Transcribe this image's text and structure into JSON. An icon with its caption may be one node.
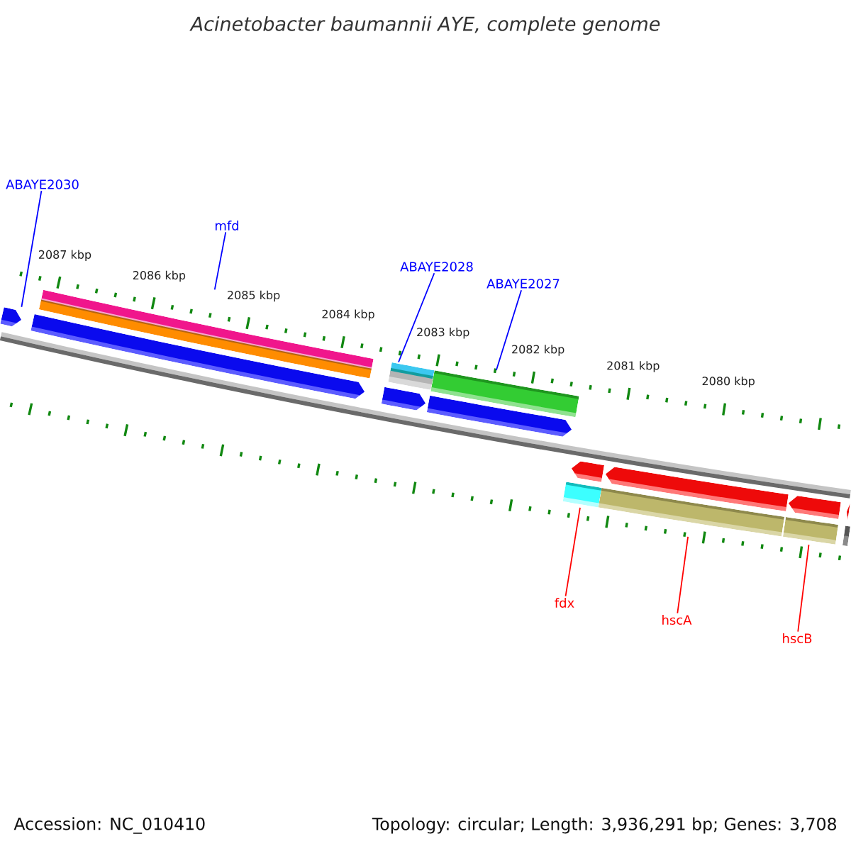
{
  "diagram": {
    "title": "Acinetobacter baumannii AYE, complete genome",
    "nodes": [
      {
        "text": [
          "ABAYE2030"
        ]
      },
      {
        "text": [
          "mfd"
        ]
      },
      {
        "text": [
          "ABAYE2028"
        ]
      },
      {
        "text": [
          "ABAYE2027"
        ]
      },
      {
        "text": [
          "fdx"
        ]
      },
      {
        "text": [
          "hscA"
        ]
      },
      {
        "text": [
          "hscB"
        ]
      },
      {
        "text": [],
        "shape": "pentagon"
      },
      {
        "text": [],
        "shape": "pentagon"
      },
      {
        "text": [],
        "shape": "bar"
      },
      {
        "text": [],
        "shape": "pentagon"
      },
      {
        "text": [],
        "shape": "bar"
      },
      {
        "text": [],
        "shape": "pentagon"
      },
      {
        "text": [],
        "shape": "bar"
      },
      {
        "text": [],
        "shape": "bar"
      },
      {
        "text": [],
        "shape": "pentagon"
      },
      {
        "text": [],
        "shape": "bar"
      },
      {
        "text": [],
        "shape": "pentagon"
      },
      {
        "text": [],
        "shape": "bar"
      },
      {
        "text": [],
        "shape": "pentagon"
      },
      {
        "text": [],
        "shape": "bar"
      },
      {
        "text": [],
        "shape": "pentagon"
      }
    ],
    "edges": [
      {
        "from": 0,
        "to": 7,
        "arrow": "none"
      },
      {
        "from": 1,
        "to": 9,
        "arrow": "none"
      },
      {
        "from": 2,
        "to": 11,
        "arrow": "none"
      },
      {
        "from": 3,
        "to": 13,
        "arrow": "none"
      },
      {
        "from": 4,
        "to": 14,
        "arrow": "none",
        "color": "#ff0000"
      },
      {
        "from": 5,
        "to": 16,
        "arrow": "none",
        "color": "#ff0000"
      },
      {
        "from": 6,
        "to": 18,
        "arrow": "none",
        "color": "#ff0000"
      }
    ],
    "labels": [
      "2087 kbp",
      "2086 kbp",
      "2085 kbp",
      "2084 kbp",
      "2083 kbp",
      "2082 kbp",
      "2081 kbp",
      "2080 kbp",
      "Accession: NC_010410",
      "Topology: circular; Length: 3,936,291 bp; Genes: 3,708"
    ]
  }
}
